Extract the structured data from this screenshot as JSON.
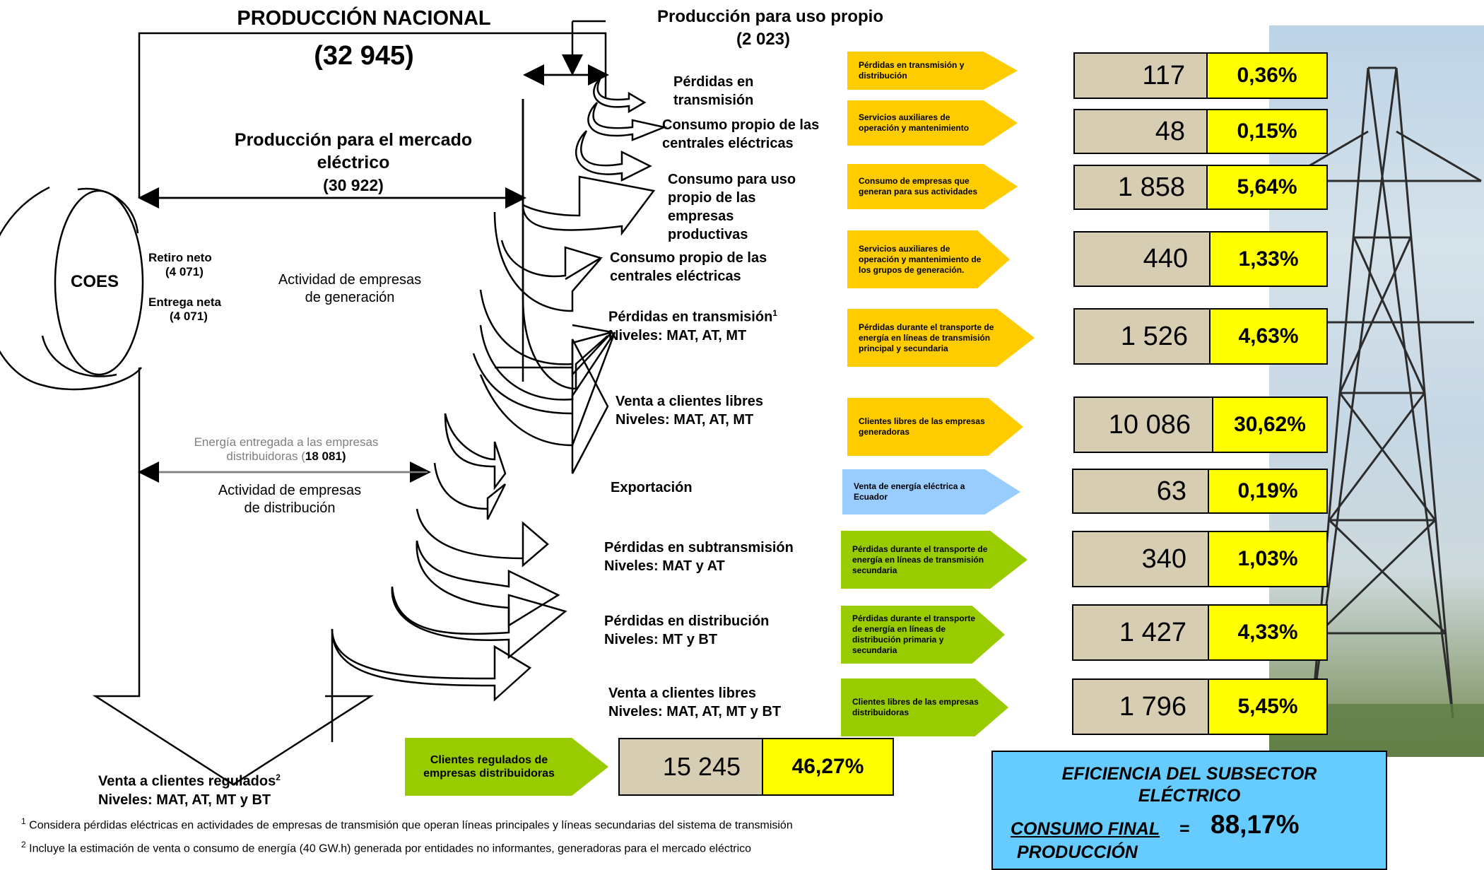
{
  "header": {
    "title": "PRODUCCIÓN NACIONAL",
    "total": "(32 945)"
  },
  "own_use": {
    "label": "Producción para uso propio",
    "value": "(2 023)"
  },
  "market": {
    "line1": "Producción para el  mercado",
    "line2": "eléctrico",
    "value": "(30 922)"
  },
  "coes": {
    "label": "COES",
    "retiro_label": "Retiro neto",
    "retiro_value": "(4 071)",
    "entrega_label": "Entrega neta",
    "entrega_value": "(4 071)"
  },
  "activities": {
    "generation": {
      "line1": "Actividad de empresas",
      "line2": "de generación"
    },
    "distribution": {
      "line1": "Actividad de empresas",
      "line2": "de distribución"
    },
    "delivered": {
      "line1": "Energía entregada a las empresas",
      "line2_prefix": "distribuidoras (",
      "line2_value": "18 081)"
    }
  },
  "regulated": {
    "line1": "Venta a clientes regulados",
    "sup": "2",
    "line2": "Niveles: MAT, AT, MT y BT",
    "tag": "Clientes regulados de empresas distribuidoras",
    "value": "15 245",
    "pct": "46,27%"
  },
  "rows": [
    {
      "label": "Pérdidas en transmisión",
      "tag": "Pérdidas en transmisión y distribución",
      "value": "117",
      "pct": "0,36%"
    },
    {
      "label": "Consumo propio de las centrales eléctricas",
      "tag": "Servicios auxiliares de operación y mantenimiento",
      "value": "48",
      "pct": "0,15%"
    },
    {
      "label": "Consumo para uso propio de las empresas productivas",
      "tag": "Consumo de empresas que generan para sus actividades",
      "value": "1 858",
      "pct": "5,64%"
    },
    {
      "label": "Consumo propio de las centrales eléctricas",
      "tag": "Servicios auxiliares de operación y mantenimiento de los grupos de generación.",
      "value": "440",
      "pct": "1,33%"
    },
    {
      "label": "Pérdidas en transmisión",
      "sup": "1",
      "label2": "Niveles: MAT, AT, MT",
      "tag": "Pérdidas durante el transporte de energía en líneas de transmisión principal y secundaria",
      "value": "1 526",
      "pct": "4,63%"
    },
    {
      "label": "Venta a clientes libres",
      "label2": "Niveles: MAT, AT, MT",
      "tag": "Clientes libres de las empresas generadoras",
      "value": "10 086",
      "pct": "30,62%"
    },
    {
      "label": "Exportación",
      "tag": "Venta de energía eléctrica a Ecuador",
      "value": "63",
      "pct": "0,19%"
    },
    {
      "label": "Pérdidas en subtransmisión",
      "label2": "Niveles: MAT y AT",
      "tag": "Pérdidas durante el transporte de energía en líneas de transmisión secundaria",
      "value": "340",
      "pct": "1,03%"
    },
    {
      "label": "Pérdidas en distribución",
      "label2": "Niveles: MT y BT",
      "tag": "Pérdidas durante el transporte de energía en líneas de distribución primaria y secundaria",
      "value": "1 427",
      "pct": "4,33%"
    },
    {
      "label": "Venta a clientes libres",
      "label2": "Niveles: MAT, AT, MT y BT",
      "tag": "Clientes libres de las empresas distribuidoras",
      "value": "1 796",
      "pct": "5,45%"
    }
  ],
  "efficiency": {
    "title1": "EFICIENCIA DEL SUBSECTOR",
    "title2": "ELÉCTRICO",
    "numerator": "CONSUMO FINAL",
    "equals": "=",
    "value": "88,17%",
    "denominator": "PRODUCCIÓN"
  },
  "footnotes": {
    "note1_sup": "1",
    "note1": "Considera pérdidas eléctricas en  actividades de empresas de transmisión que operan  líneas principales y líneas secundarias del sistema de transmisión",
    "note2_sup": "2",
    "note2": "Incluye la estimación de venta o consumo de energía (40 GW.h) generada por entidades no informantes, generadoras para el mercado eléctrico"
  },
  "colors": {
    "orange": "#ffcc00",
    "blue": "#99ccff",
    "green": "#99cc00",
    "value_bg": "#d6cdb3",
    "pct_bg": "#ffff00",
    "eff_bg": "#66ccff"
  }
}
